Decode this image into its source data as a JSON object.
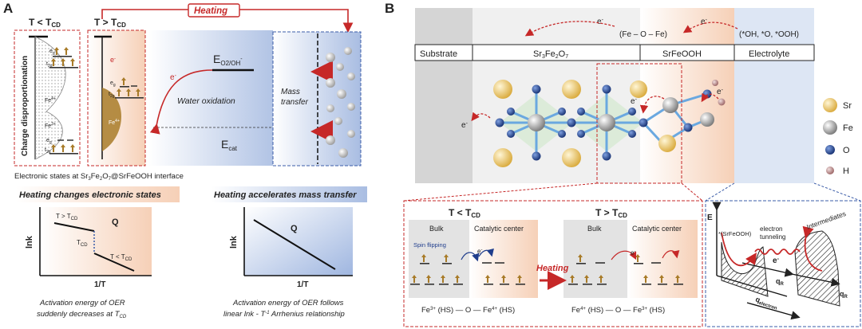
{
  "panel_a": {
    "label": "A",
    "heating_label": "Heating",
    "t_low": "T < T",
    "t_high": "T > T",
    "cd": "CD",
    "charge_disproportionation": "Charge disproportionation",
    "eg": "e",
    "t2g": "t",
    "g_sub": "g",
    "twog_sub": "2g",
    "fe3": "Fe",
    "fe3_sup": "3+",
    "fe4": "Fe",
    "fe4_sup": "4+",
    "e_minus": "e",
    "e_sup": "-",
    "e_o2": "E",
    "e_o2_sub": "O2/OH",
    "e_o2_sup": "-",
    "water_oxidation": "Water oxidation",
    "e_cat": "E",
    "e_cat_sub": "cat",
    "mass_transfer_1": "Mass",
    "mass_transfer_2": "transfer",
    "interface_caption_1": "Electronic states at Sr",
    "interface_caption_2": "Fe",
    "interface_caption_3": "O",
    "interface_caption_4": "@SrFeOOH interface",
    "heating_changes": "Heating changes electronic states",
    "heating_accelerates": "Heating accelerates mass transfer",
    "lnk": "lnk",
    "inv_t": "1/T",
    "q": "Q",
    "tcd": "T",
    "caption_left_1": "Activation energy of OER",
    "caption_left_2": "suddenly decreases at T",
    "caption_right_1": "Activation energy  of OER follows",
    "caption_right_2": "linear lnk - T",
    "caption_right_2b": "-1",
    "caption_right_2c": " Arrhenius relationship"
  },
  "panel_b": {
    "label": "B",
    "bar_substrate": "Substrate",
    "bar_sr3fe2o7": "Sr",
    "bar_sr3": "3",
    "bar_fe2": "Fe",
    "bar_2": "2",
    "bar_o7": "O",
    "bar_7": "7",
    "bar_srfeooh": "SrFeOOH",
    "bar_electrolyte": "Electrolyte",
    "fe_o_fe": "(Fe – O – Fe)",
    "intermediates_label": "(*OH, *O, *OOH)",
    "e_minus": "e",
    "legend": [
      "Sr",
      "Fe",
      "O",
      "H"
    ],
    "bulk": "Bulk",
    "catalytic_center": "Catalytic center",
    "spin_flipping": "Spin flipping",
    "heating": "Heating",
    "fe3_fe4": "Fe",
    "fe_left_low": "3+",
    "fe_right_low": "4+",
    "hs": " (HS) — O — Fe",
    "hs_end": " (HS)",
    "fe_left_high": "4+",
    "fe_right_high": "3+",
    "e_axis": "E",
    "srfeooh_point": "*(SrFeOOH)",
    "electron_tunneling_1": "electron",
    "electron_tunneling_2": "tunneling",
    "intermediates": "Intermediates",
    "qr": "q",
    "qr_sub": "R",
    "qelectron": "q",
    "qelectron_sub": "electron"
  },
  "colors": {
    "red": "#c62828",
    "blue_dark": "#1f3d8c",
    "sr": "#e8c35a",
    "fe": "#9e9e9e",
    "o": "#1e3f8a",
    "h": "#b98080",
    "peach": "#f7dccb",
    "lightblue": "#c9d6ec"
  }
}
